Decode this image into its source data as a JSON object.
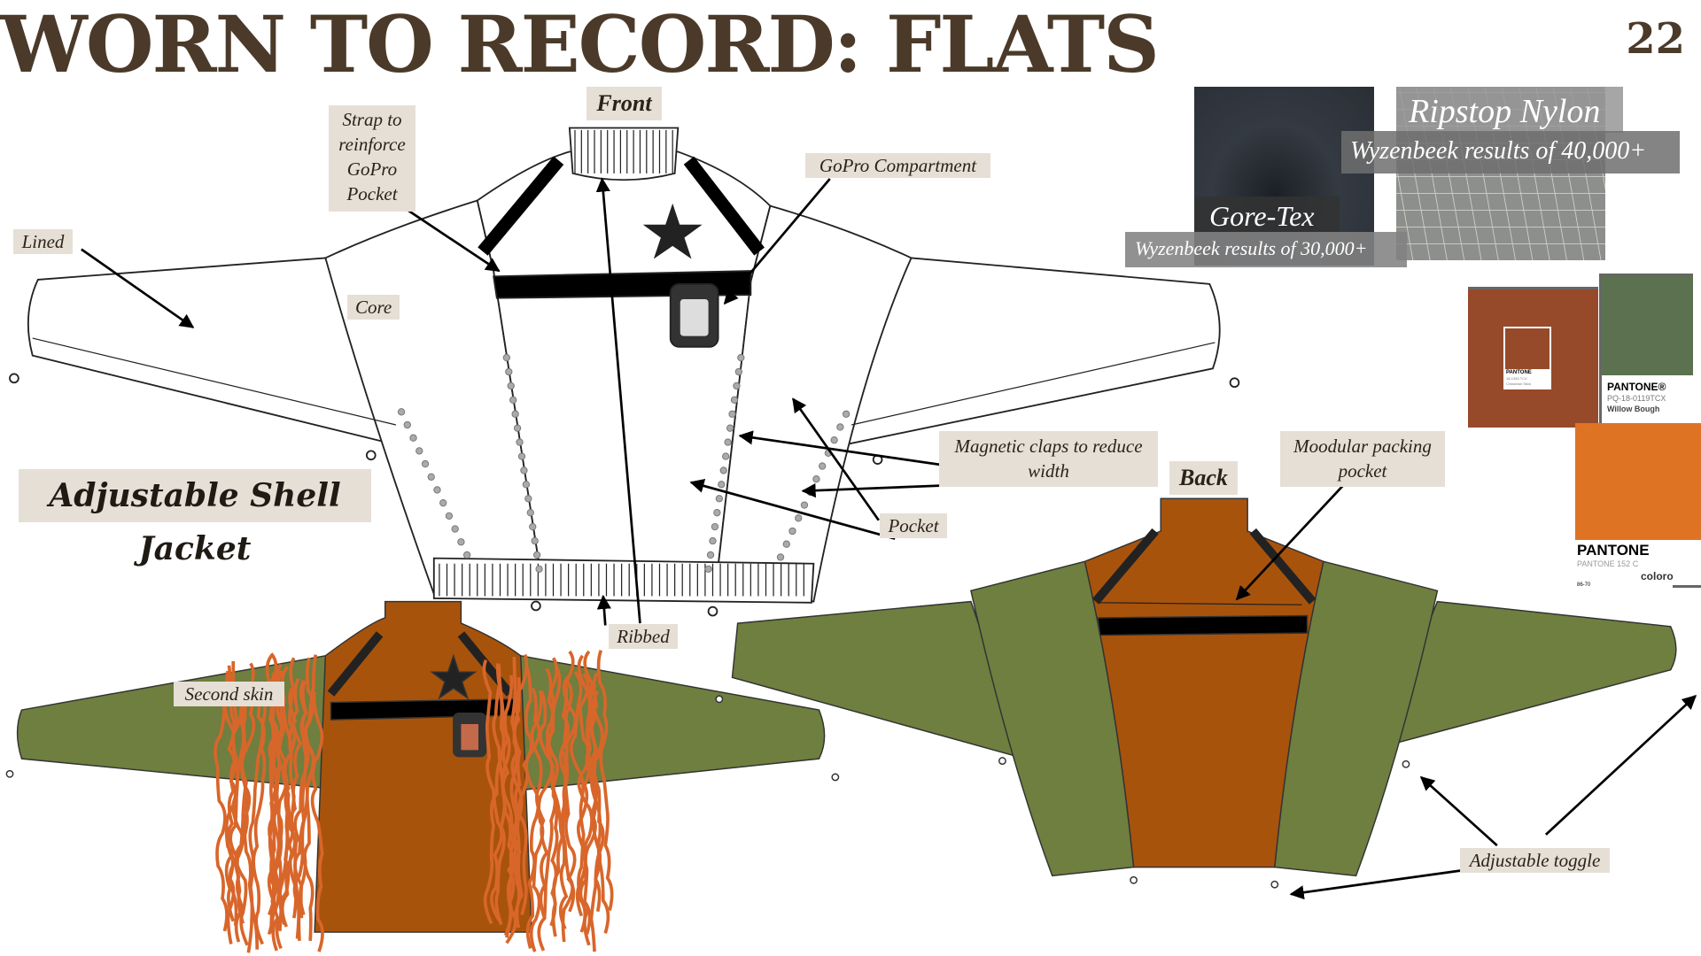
{
  "header": {
    "title": "WORN TO RECORD: FLATS",
    "page_number": "22"
  },
  "product_name": "Adjustable Shell Jacket",
  "views": {
    "front": "Front",
    "back": "Back"
  },
  "annotations": {
    "strap": "Strap to reinforce GoPro Pocket",
    "gopro": "GoPro Compartment",
    "lined": "Lined",
    "core": "Core",
    "magnetic": "Magnetic claps to reduce width",
    "packing": "Moodular packing pocket",
    "pocket": "Pocket",
    "ribbed": "Ribbed",
    "second_skin": "Second skin",
    "toggle": "Adjustable toggle"
  },
  "fabrics": [
    {
      "name": "Gore-Tex",
      "result": "Wyzenbeek results of 30,000+"
    },
    {
      "name": "Ripstop Nylon",
      "result": "Wyzenbeek results of 40,000+"
    }
  ],
  "swatches": [
    {
      "brand": "PANTONE",
      "code": "18-1345 TCX",
      "name": "Cinnamon Stick",
      "color": "#964a2a"
    },
    {
      "brand": "PANTONE®",
      "code": "PQ-18-0119TCX",
      "name": "Willow Bough",
      "color": "#5b7150"
    },
    {
      "brand": "PANTONE",
      "code": "PANTONE 152 C",
      "name": "coloro",
      "extra": "86-70",
      "color": "#df7324"
    }
  ],
  "colors": {
    "title": "#4b3a29",
    "label_bg": "#e6dfd6",
    "jacket_orange": "#a8530c",
    "jacket_green": "#6e7f3f",
    "fringe": "#d8662a"
  }
}
